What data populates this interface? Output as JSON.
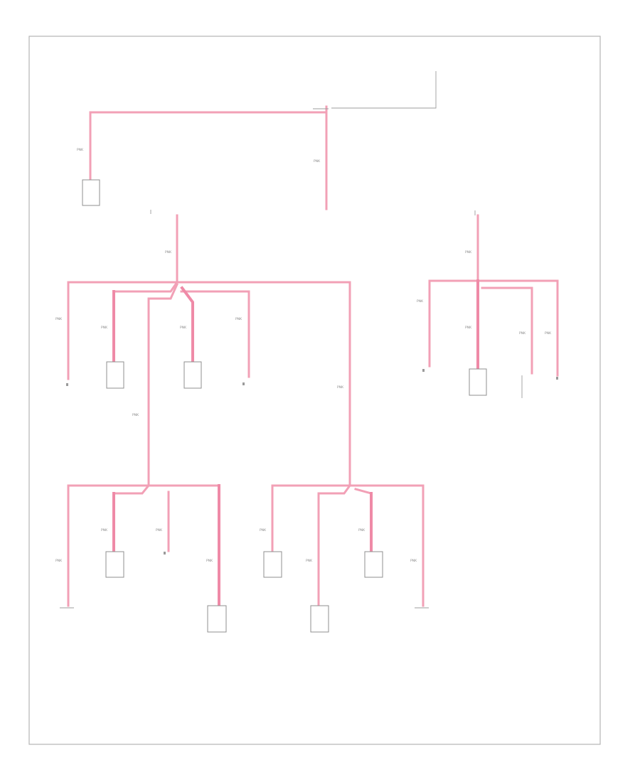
{
  "diagram": {
    "footer_code": "",
    "splices": [
      {
        "id": "s1",
        "title": "",
        "subtitle": ""
      },
      {
        "id": "s2",
        "title": "",
        "subtitle": ""
      },
      {
        "id": "s3",
        "title": "",
        "subtitle": ""
      },
      {
        "id": "s4",
        "title": "",
        "subtitle": ""
      },
      {
        "id": "s5",
        "title": "",
        "subtitle": ""
      }
    ],
    "components": [
      {
        "id": "top-fuse",
        "lines": [
          "",
          ""
        ]
      },
      {
        "id": "top-right-note",
        "lines": [
          "",
          "",
          "",
          ""
        ]
      },
      {
        "id": "instrument-cluster",
        "lines": [
          "",
          ""
        ]
      },
      {
        "id": "comp-a",
        "lines": [
          "",
          "",
          ""
        ]
      },
      {
        "id": "comp-b",
        "lines": [
          "",
          ""
        ]
      },
      {
        "id": "comp-c",
        "lines": [
          "",
          "",
          ""
        ]
      },
      {
        "id": "comp-d",
        "lines": [
          "",
          "",
          ""
        ]
      },
      {
        "id": "comp-e",
        "lines": [
          "",
          "",
          "",
          ""
        ]
      },
      {
        "id": "comp-f",
        "lines": [
          "",
          "",
          ""
        ]
      },
      {
        "id": "comp-g",
        "lines": [
          "",
          ""
        ]
      },
      {
        "id": "injector-1",
        "lines": [
          "",
          ""
        ]
      },
      {
        "id": "injector-2",
        "lines": [
          "",
          ""
        ]
      },
      {
        "id": "injector-3",
        "lines": [
          "",
          ""
        ]
      },
      {
        "id": "injector-4",
        "lines": [
          "",
          ""
        ]
      },
      {
        "id": "injector-5",
        "lines": [
          "",
          ""
        ]
      },
      {
        "id": "injector-6",
        "lines": [
          "",
          ""
        ]
      },
      {
        "id": "injector-7",
        "lines": [
          "",
          ""
        ]
      },
      {
        "id": "injector-8",
        "lines": [
          "",
          ""
        ]
      }
    ],
    "wire_color_label": "PNK",
    "wire_color": "#ef8aa7"
  }
}
